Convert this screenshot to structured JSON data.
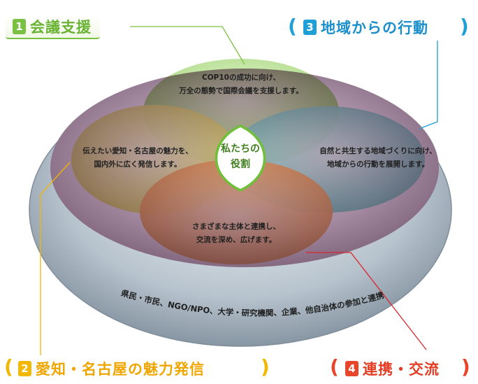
{
  "tags": [
    {
      "num": "1",
      "label": "会議支援"
    },
    {
      "num": "3",
      "label": "地域からの行動"
    },
    {
      "num": "2",
      "label": "愛知・名古屋の魅力発信"
    },
    {
      "num": "4",
      "label": "連携・交流"
    }
  ],
  "circles": {
    "top": [
      "COP10の成功に向け、",
      "万全の態勢で国際会議を支援します。"
    ],
    "left": [
      "伝えたい愛知・名古屋の魅力を、",
      "国内外に広く発信します。"
    ],
    "right": [
      "自然と共生する地域づくりに向け、",
      "地域からの行動を展開します。"
    ],
    "bottom": [
      "さまざまな主体と連携し、",
      "交流を深め、広げます。"
    ]
  },
  "center": [
    "私たちの",
    "役割"
  ],
  "ring_text": "県民・市民、NGO/NPO、大学・研究機関、企業、他自治体の参加と連携",
  "colors": {
    "green": "#7ac143",
    "teal": "#1e9fd6",
    "yellow": "#f2b700",
    "orange": "#e8462a",
    "outer_ring": "#9aa9b6",
    "inner_ring": "#8a6e86"
  }
}
